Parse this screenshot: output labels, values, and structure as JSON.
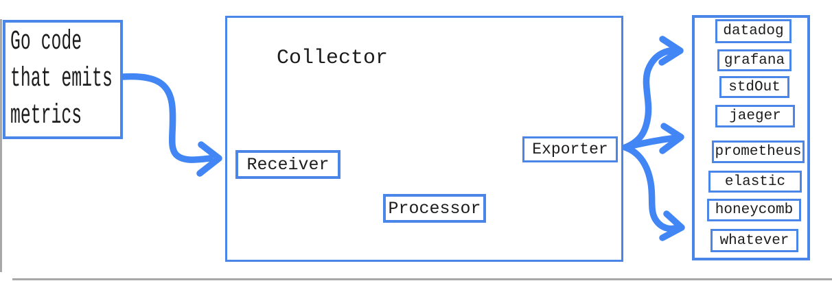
{
  "colors": {
    "box_border": "#4a86e8",
    "arrow": "#4285f4",
    "ink": "#1c1c1c",
    "page_edge": "#a8a8a8"
  },
  "source": {
    "lines": [
      "Go code",
      "that emits",
      "metrics"
    ]
  },
  "collector": {
    "title": "Collector",
    "receiver": "Receiver",
    "processor": "Processor",
    "exporter": "Exporter"
  },
  "destinations": [
    "datadog",
    "grafana",
    "stdOut",
    "jaeger",
    "prometheus",
    "elastic",
    "honeycomb",
    "whatever"
  ]
}
